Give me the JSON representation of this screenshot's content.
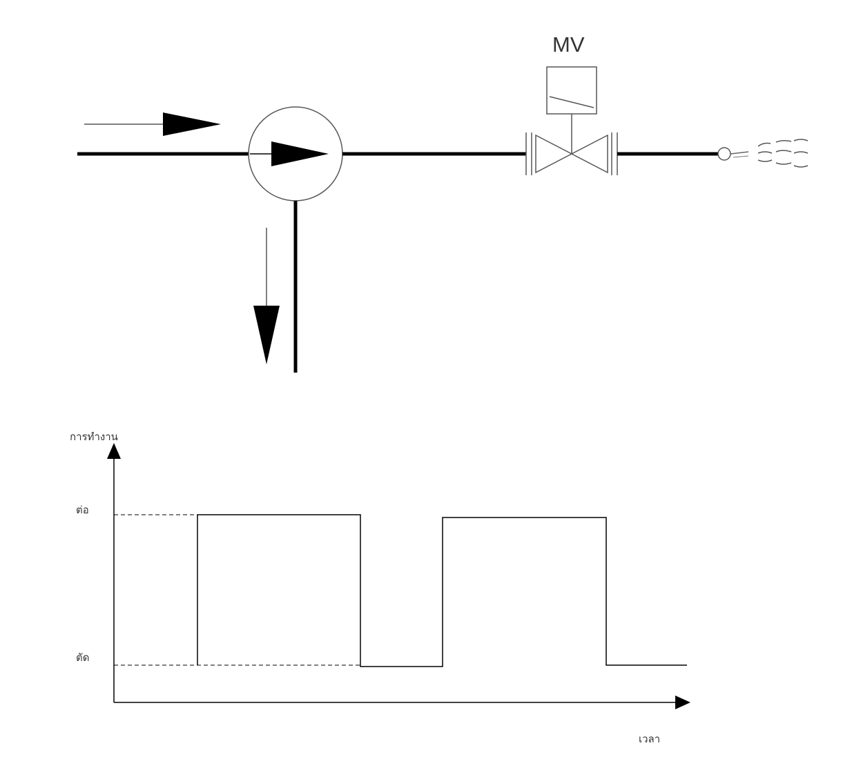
{
  "process_diagram": {
    "valve_label": "MV"
  },
  "timing_chart": {
    "y_axis_label": "การทำงาน",
    "level_on_label": "ต่อ",
    "level_off_label": "ตัด",
    "x_axis_label": "เวลา",
    "signal": [
      {
        "state": "off"
      },
      {
        "state": "on"
      },
      {
        "state": "off"
      },
      {
        "state": "on"
      },
      {
        "state": "off"
      }
    ]
  }
}
